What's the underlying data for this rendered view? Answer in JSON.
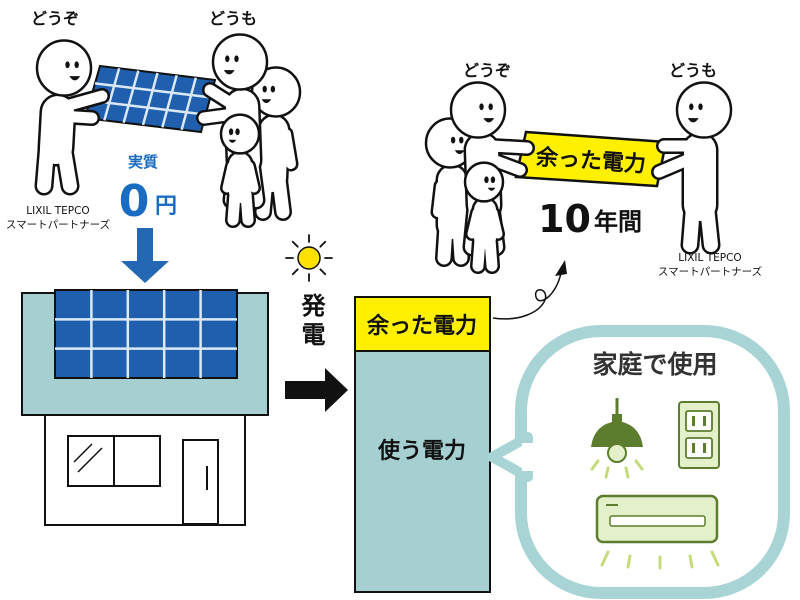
{
  "top_left_scene": {
    "giver_caption": "どうぞ",
    "receiver_caption": "どうも",
    "price": {
      "label": "実質",
      "value": "0",
      "unit": "円"
    },
    "company": {
      "line1": "LIXIL TEPCO",
      "line2": "スマートパートナーズ"
    }
  },
  "generation_label": "発電",
  "power_bar": {
    "surplus_label": "余った電力",
    "used_label": "使う電力"
  },
  "home_use_bubble": {
    "title": "家庭で使用",
    "icons": [
      "pendant-lamp-icon",
      "wall-outlet-icon",
      "air-conditioner-icon"
    ]
  },
  "top_right_scene": {
    "giver_caption": "どうぞ",
    "receiver_caption": "どうも",
    "sign_text": "余った電力",
    "duration": {
      "value": "10",
      "unit": "年間"
    },
    "company": {
      "line1": "LIXIL TEPCO",
      "line2": "スマートパートナーズ"
    }
  },
  "icons": {
    "sun": "sun-icon",
    "down_arrow": "down-arrow-icon",
    "right_arrow": "right-arrow-icon",
    "curved_arrow": "curved-arrow-icon"
  },
  "colors": {
    "solar_blue": "#1f5fae",
    "arrow_blue": "#2468b4",
    "price_blue": "#1a6cc0",
    "surplus_yellow": "#fff000",
    "teal": "#a6cfd1",
    "bubble_border": "#a9d4d5",
    "appliance_green": "#5d7d2e",
    "appliance_light": "#e4f0c9",
    "light_glow": "#c3db7a",
    "sun_yellow": "#ffe100"
  }
}
